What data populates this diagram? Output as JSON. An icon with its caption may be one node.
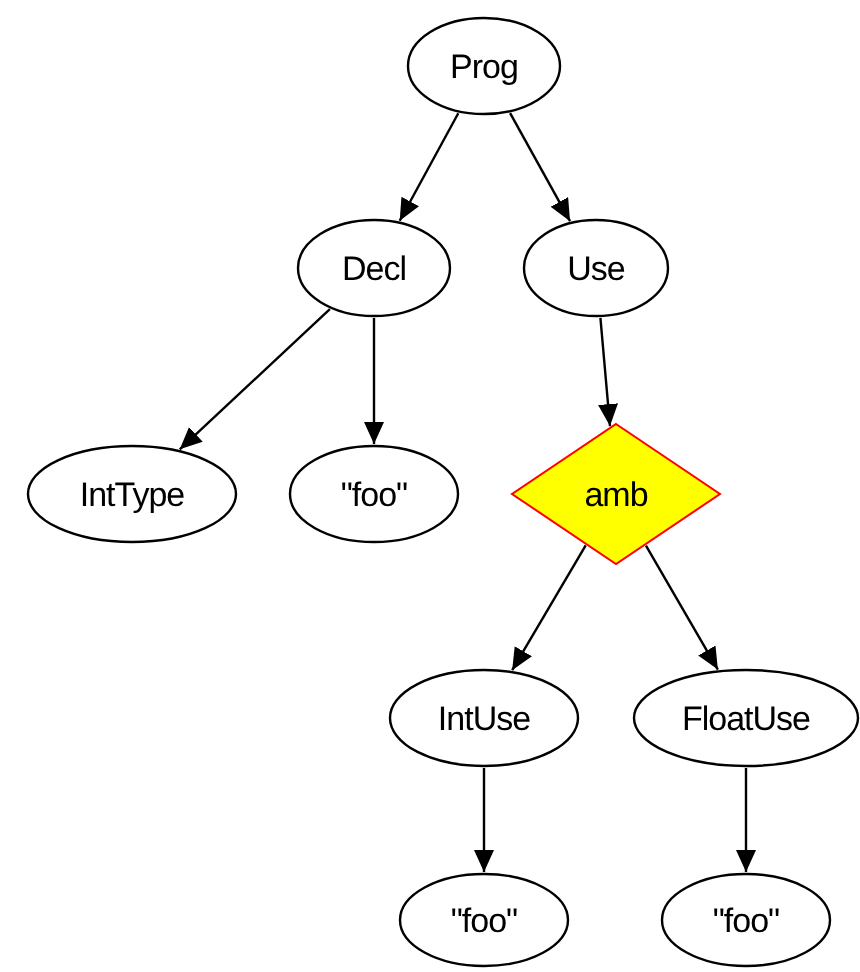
{
  "diagram": {
    "nodes": [
      {
        "text": [
          "Prog"
        ]
      },
      {
        "text": [
          "Decl"
        ]
      },
      {
        "text": [
          "Use"
        ]
      },
      {
        "text": [
          "IntType"
        ]
      },
      {
        "text": [
          "\"foo\""
        ]
      },
      {
        "text": [
          "amb"
        ]
      },
      {
        "text": [
          "IntUse"
        ]
      },
      {
        "text": [
          "FloatUse"
        ]
      },
      {
        "text": [
          "\"foo\""
        ]
      },
      {
        "text": [
          "\"foo\""
        ]
      }
    ],
    "edges": [
      {
        "from": 0,
        "to": 1,
        "arrow": "to"
      },
      {
        "from": 0,
        "to": 2,
        "arrow": "to"
      },
      {
        "from": 1,
        "to": 3,
        "arrow": "to"
      },
      {
        "from": 1,
        "to": 4,
        "arrow": "to"
      },
      {
        "from": 2,
        "to": 5,
        "arrow": "to"
      },
      {
        "from": 5,
        "to": 6,
        "arrow": "to"
      },
      {
        "from": 5,
        "to": 7,
        "arrow": "to"
      },
      {
        "from": 6,
        "to": 8,
        "arrow": "to"
      },
      {
        "from": 7,
        "to": 9,
        "arrow": "to"
      }
    ]
  }
}
